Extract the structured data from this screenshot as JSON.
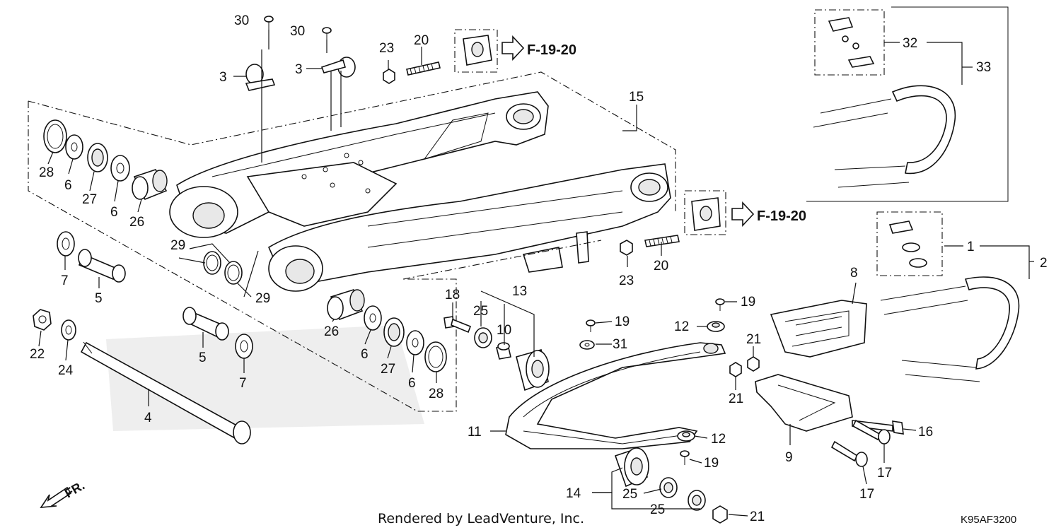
{
  "diagram": {
    "credit": "Rendered by LeadVenture, Inc.",
    "diagram_code": "K95AF3200",
    "front_indicator": "FR.",
    "cross_reference": "F-19-20",
    "callouts": {
      "c1": "1",
      "c2": "2",
      "c3a": "3",
      "c3b": "3",
      "c4": "4",
      "c5a": "5",
      "c5b": "5",
      "c6a": "6",
      "c6b": "6",
      "c6c": "6",
      "c6d": "6",
      "c7a": "7",
      "c7b": "7",
      "c8": "8",
      "c9": "9",
      "c10": "10",
      "c11": "11",
      "c12a": "12",
      "c12b": "12",
      "c13": "13",
      "c14": "14",
      "c15": "15",
      "c16": "16",
      "c17a": "17",
      "c17b": "17",
      "c18": "18",
      "c19a": "19",
      "c19b": "19",
      "c19c": "19",
      "c20a": "20",
      "c20b": "20",
      "c21a": "21",
      "c21b": "21",
      "c21c": "21",
      "c22": "22",
      "c23a": "23",
      "c23b": "23",
      "c24": "24",
      "c25a": "25",
      "c25b": "25",
      "c25c": "25",
      "c26a": "26",
      "c26b": "26",
      "c27a": "27",
      "c27b": "27",
      "c28a": "28",
      "c28b": "28",
      "c29a": "29",
      "c29b": "29",
      "c30a": "30",
      "c30b": "30",
      "c31": "31",
      "c32": "32",
      "c33": "33"
    }
  }
}
